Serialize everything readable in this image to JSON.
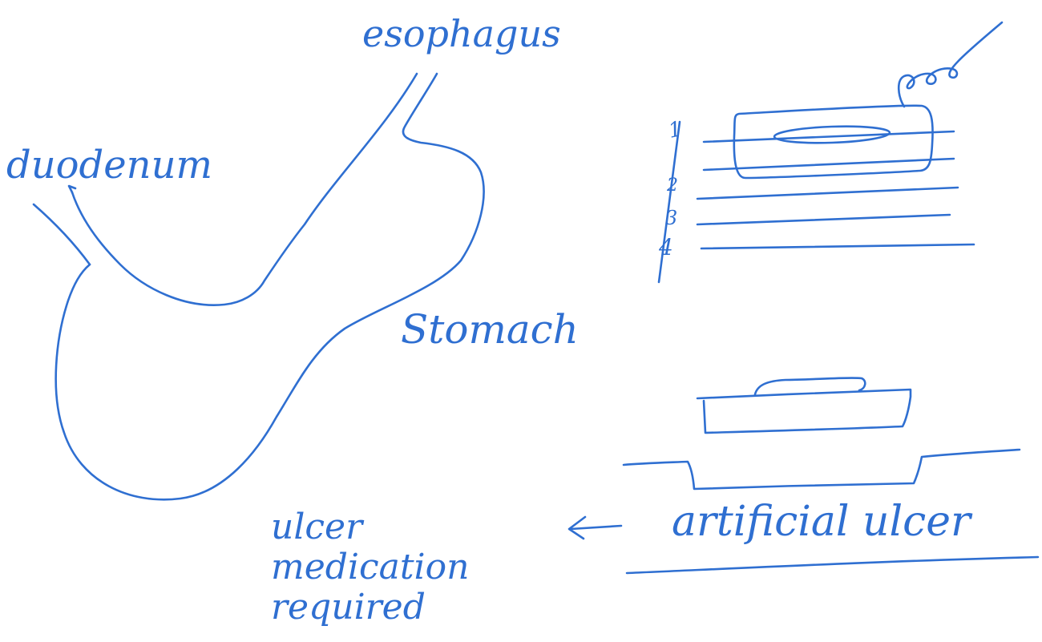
{
  "ink_color": "#2f6fd1",
  "paper_color": "#ffffff",
  "labels": {
    "esophagus": "esophagus",
    "duodenum": "duodenum",
    "stomach": "Stomach",
    "artificial_ulcer": "artificial ulcer",
    "ulcer_medication_line1": "ulcer",
    "ulcer_medication_line2": "medication",
    "ulcer_medication_line3": "required"
  },
  "layer_numbers": [
    "1",
    "2",
    "3",
    "4"
  ]
}
